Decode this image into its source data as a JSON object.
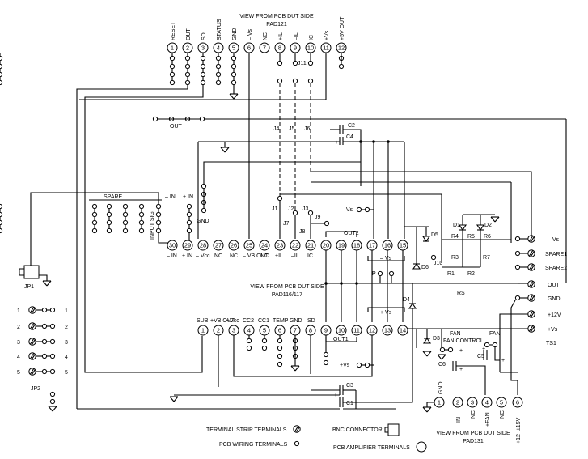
{
  "top_header": {
    "line1": "VIEW FROM PCB DUT SIDE",
    "line2": "PAD121"
  },
  "pad121_pins": [
    {
      "n": "1",
      "label": "RESET"
    },
    {
      "n": "2",
      "label": "OUT"
    },
    {
      "n": "3",
      "label": "SD"
    },
    {
      "n": "4",
      "label": "STATUS"
    },
    {
      "n": "5",
      "label": "GND"
    },
    {
      "n": "6",
      "label": "– Vs"
    },
    {
      "n": "7",
      "label": "NC"
    },
    {
      "n": "8",
      "label": "+IL"
    },
    {
      "n": "9",
      "label": "–IL"
    },
    {
      "n": "10",
      "label": "IC"
    },
    {
      "n": "11",
      "label": "+Vs"
    },
    {
      "n": "12",
      "label": "+5V OUT"
    }
  ],
  "mid_header": {
    "line1": "VIEW FROM PCB DUT SIDE",
    "line2": "PAD116/117"
  },
  "pad116_top": [
    {
      "n": "30",
      "label": "– IN"
    },
    {
      "n": "29",
      "label": "+ IN"
    },
    {
      "n": "28",
      "label": "– Vcc"
    },
    {
      "n": "27",
      "label": "NC"
    },
    {
      "n": "26",
      "label": "NC"
    },
    {
      "n": "25",
      "label": "– VB OUT"
    },
    {
      "n": "24",
      "label": "NC"
    },
    {
      "n": "23",
      "label": "+IL"
    },
    {
      "n": "22",
      "label": "–IL"
    },
    {
      "n": "21",
      "label": "IC"
    },
    {
      "n": "20",
      "label": ""
    },
    {
      "n": "19",
      "label": ""
    },
    {
      "n": "18",
      "label": ""
    },
    {
      "n": "17",
      "label": ""
    },
    {
      "n": "16",
      "label": ""
    },
    {
      "n": "15",
      "label": ""
    }
  ],
  "pad116_bottom": [
    {
      "n": "1",
      "label": "SUB"
    },
    {
      "n": "2",
      "label": "+VB OUT"
    },
    {
      "n": "3",
      "label": "+Vcc"
    },
    {
      "n": "4",
      "label": "CC2"
    },
    {
      "n": "5",
      "label": "CC1"
    },
    {
      "n": "6",
      "label": "TEMP"
    },
    {
      "n": "7",
      "label": "GND"
    },
    {
      "n": "8",
      "label": "SD"
    },
    {
      "n": "9",
      "label": ""
    },
    {
      "n": "10",
      "label": ""
    },
    {
      "n": "11",
      "label": ""
    },
    {
      "n": "12",
      "label": ""
    },
    {
      "n": "13",
      "label": ""
    },
    {
      "n": "14",
      "label": ""
    }
  ],
  "spare_labels": {
    "spare": "SPARE",
    "input_sig": "INPUT SIG",
    "minus_in": "– IN",
    "plus_in": "+ IN",
    "gnd": "GND"
  },
  "connector_labels": {
    "j4": "J4",
    "j5": "J5",
    "j6": "J6",
    "j1": "J1",
    "j2": "J2",
    "j3": "J3",
    "j7": "J7",
    "j8": "J8",
    "j9": "J9",
    "j10": "J10",
    "j11": "J11",
    "jp1": "JP1",
    "jp2": "JP2"
  },
  "component_labels": {
    "c1": "C1",
    "c2": "C2",
    "c3": "C3",
    "c4": "C4",
    "c5": "C5",
    "c6": "C6",
    "d1": "D1",
    "d2": "D2",
    "d3": "D3",
    "d4": "D4",
    "d5": "D5",
    "d6": "D6",
    "r1": "R1",
    "r2": "R2",
    "r3": "R3",
    "r4": "R4",
    "r5": "R5",
    "r6": "R6",
    "r7": "R7",
    "rs": "RS"
  },
  "net_labels": {
    "out": "OUT",
    "out1": "OUT1",
    "out2": "OUT2",
    "minus_vs_box": "– Vs",
    "plus_vs_box": "+ Vs",
    "minus_vs_node": "– Vs",
    "plus_vs_node": "+Vs",
    "p": "P",
    "fan_control": "FAN CONTROL",
    "fan": "FAN",
    "plus_sign": "+"
  },
  "ts1": {
    "label": "TS1",
    "terms": [
      "– Vs",
      "SPARE1",
      "SPARE2",
      "OUT",
      "GND",
      "+12V",
      "+Vs"
    ]
  },
  "jp2_rows": [
    "1",
    "2",
    "3",
    "4",
    "5"
  ],
  "pad131": {
    "line1": "VIEW FROM PCB DUT SIDE",
    "line2": "PAD131",
    "pins": [
      {
        "n": "1",
        "label": "GND"
      },
      {
        "n": "2",
        "label": "IN"
      },
      {
        "n": "3",
        "label": "NC"
      },
      {
        "n": "4",
        "label": "+FAN"
      },
      {
        "n": "5",
        "label": "NC"
      },
      {
        "n": "6",
        "label": "+12~±15V"
      }
    ]
  },
  "legend": {
    "terminal_strip": "TERMINAL STRIP TERMINALS",
    "pcb_wiring": "PCB WIRING TERMINALS",
    "bnc": "BNC CONNECTOR",
    "pcb_amp": "PCB AMPLIFIER TERMINALS"
  }
}
